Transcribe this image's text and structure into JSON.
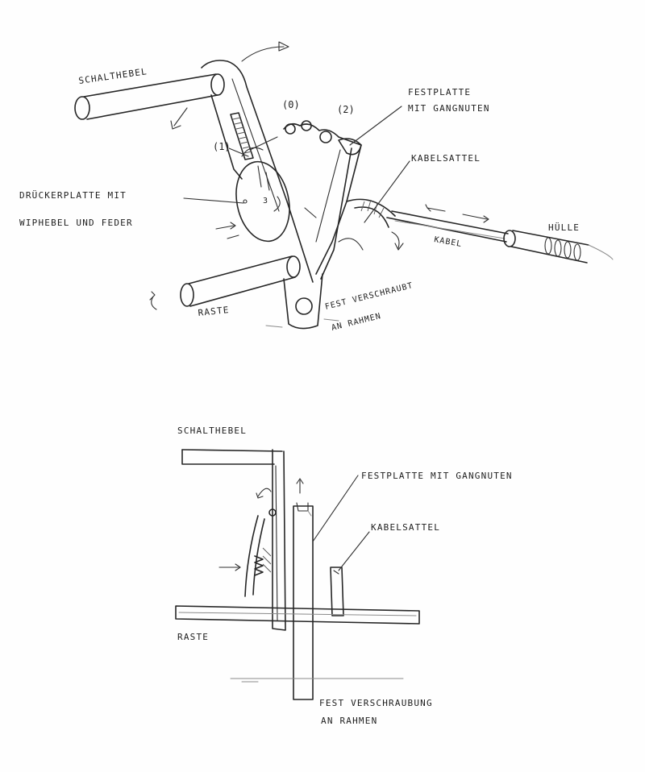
{
  "top_sketch": {
    "labels": {
      "schaltbebel": "SCHALTHEBEL",
      "festplatte_line1": "FESTPLATTE",
      "festplatte_line2": "MIT GANGNUTEN",
      "pos0": "(0)",
      "pos2": "(2)",
      "pos1": "(1)",
      "druecker_line1": "DRÜCKERPLATTE MIT",
      "druecker_line2": "WIPHEBEL UND FEDER",
      "kabelsattel": "KABELSATTEL",
      "huelle": "HÜLLE",
      "kabel": "KABEL",
      "raste": "RASTE",
      "fest_line1": "FEST VERSCHRAUBT",
      "fest_line2": "AN RAHMEN"
    }
  },
  "bottom_sketch": {
    "labels": {
      "schaltbebel": "SCHALTHEBEL",
      "festplatte": "FESTPLATTE MIT GANGNUTEN",
      "kabelsattel": "KABELSATTEL",
      "raste": "RASTE",
      "fest_line1": "FEST VERSCHRAUBUNG",
      "fest_line2": "AN RAHMEN"
    }
  }
}
